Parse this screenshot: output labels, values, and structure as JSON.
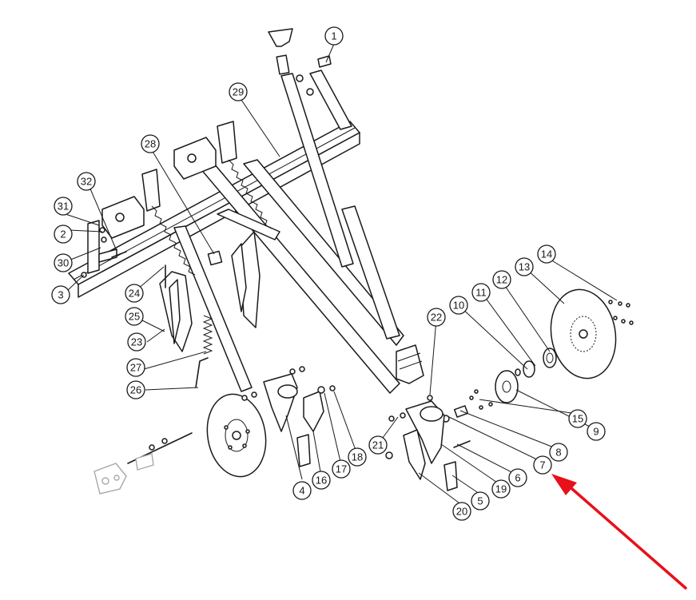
{
  "diagram": {
    "type": "exploded-parts-view",
    "highlight_color": "#e8101a",
    "highlighted_callout": "7",
    "callouts": [
      {
        "id": "1"
      },
      {
        "id": "2"
      },
      {
        "id": "3"
      },
      {
        "id": "4"
      },
      {
        "id": "5"
      },
      {
        "id": "6"
      },
      {
        "id": "7"
      },
      {
        "id": "8"
      },
      {
        "id": "9"
      },
      {
        "id": "10"
      },
      {
        "id": "11"
      },
      {
        "id": "12"
      },
      {
        "id": "13"
      },
      {
        "id": "14"
      },
      {
        "id": "15"
      },
      {
        "id": "16"
      },
      {
        "id": "17"
      },
      {
        "id": "18"
      },
      {
        "id": "19"
      },
      {
        "id": "20"
      },
      {
        "id": "21"
      },
      {
        "id": "22"
      },
      {
        "id": "23"
      },
      {
        "id": "24"
      },
      {
        "id": "25"
      },
      {
        "id": "26"
      },
      {
        "id": "27"
      },
      {
        "id": "28"
      },
      {
        "id": "29"
      },
      {
        "id": "30"
      },
      {
        "id": "31"
      },
      {
        "id": "32"
      }
    ]
  }
}
